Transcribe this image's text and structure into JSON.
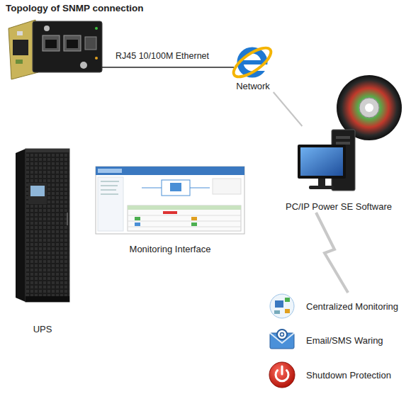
{
  "diagram": {
    "title": "Topology of SNMP connection",
    "nodes": [
      {
        "text": [
          "Network"
        ]
      },
      {
        "text": [
          "PC/IP Power SE Software"
        ]
      },
      {
        "text": [
          "Monitoring Interface"
        ]
      },
      {
        "text": [
          "UPS"
        ]
      },
      {
        "text": [
          "Centralized Monitoring"
        ]
      },
      {
        "text": [
          "Email/SMS Waring"
        ]
      },
      {
        "text": [
          "Shutdown Protection"
        ]
      }
    ],
    "edges": [
      {
        "from": 0,
        "to": 1,
        "arrow": "none"
      },
      {
        "from": 1,
        "to": 4,
        "arrow": "none"
      }
    ],
    "labels": [
      "RJ45 10/100M Ethernet"
    ]
  }
}
